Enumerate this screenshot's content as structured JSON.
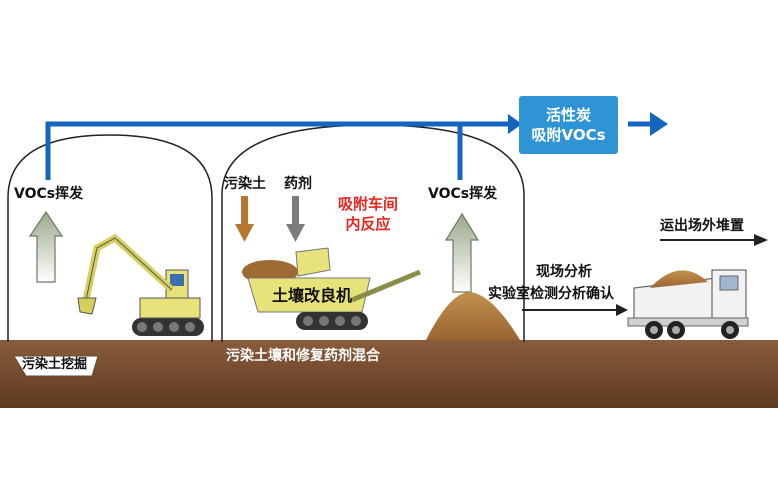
{
  "labels": {
    "vocs_left": "VOCs挥发",
    "vocs_right": "VOCs挥发",
    "activated_carbon_line1": "活性炭",
    "activated_carbon_line2": "吸附VOCs",
    "contaminated_soil": "污染土",
    "agent": "药剂",
    "adsorb_line1": "吸附车间",
    "adsorb_line2": "内反应",
    "improvement_machine": "土壤改良机",
    "onsite_analysis": "现场分析",
    "lab_confirm": "实验室检测分析确认",
    "transport_out": "运出场外堆置",
    "excavation": "污染土挖掘",
    "mixing": "污染土壤和修复药剂混合"
  },
  "colors": {
    "pipe_blue": "#1565c0",
    "box_blue": "#2f94d6",
    "ground": "#7a4f33",
    "soil": "#b0783d",
    "machine_yellow": "#e8e27a",
    "red_text": "#e8261d"
  }
}
